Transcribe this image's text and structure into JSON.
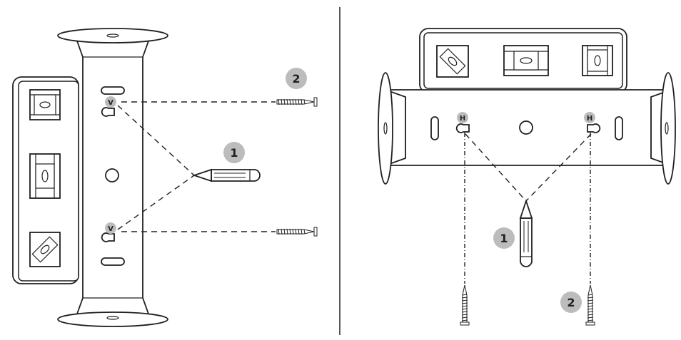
{
  "diagram": {
    "left_panel": {
      "keyhole_label_top": "V",
      "keyhole_label_bottom": "V",
      "step_pencil": "1",
      "step_screws": "2"
    },
    "right_panel": {
      "keyhole_label_left": "H",
      "keyhole_label_right": "H",
      "step_pencil": "1",
      "step_screws": "2"
    },
    "colors": {
      "line": "#231f20",
      "badge": "#bcbcbc",
      "background": "#ffffff"
    }
  }
}
